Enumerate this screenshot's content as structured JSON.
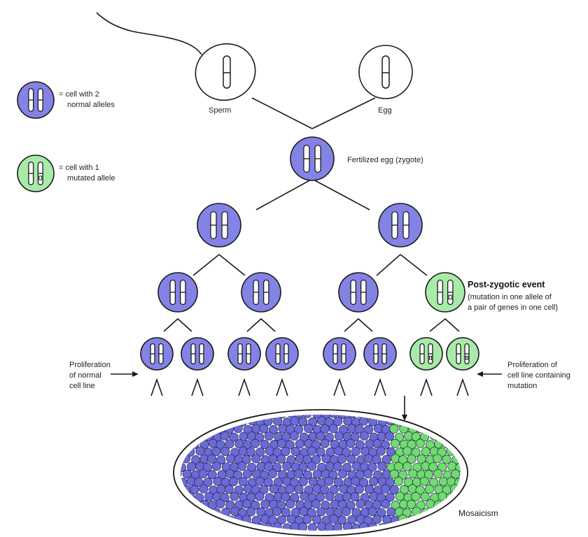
{
  "colors": {
    "normal_fill": "#8383e6",
    "mutated_fill": "#a8eba8",
    "normal_dot": "#6a6ad8",
    "mutated_dot": "#6edc6e",
    "stroke": "#1a1a1a"
  },
  "legend": {
    "normal_line1": "= cell with 2",
    "normal_line2": "normal alleles",
    "mutated_line1": "= cell with 1",
    "mutated_line2": "mutated allele"
  },
  "labels": {
    "sperm": "Sperm",
    "egg": "Egg",
    "zygote": "Fertilized egg (zygote)",
    "post_title": "Post-zygotic event",
    "post_line1": "(mutation in one allele of",
    "post_line2": "a pair of genes in one cell)",
    "prolif_normal_1": "Proliferation",
    "prolif_normal_2": "of normal",
    "prolif_normal_3": "cell line",
    "prolif_mut_1": "Proliferation of",
    "prolif_mut_2": "cell line containing",
    "prolif_mut_3": "mutation",
    "mosaicism": "Mosaicism"
  },
  "icons": {
    "cell": "cell-with-chromosomes-icon",
    "chromosome": "chromosome-icon",
    "arrow": "arrow-icon",
    "split": "caret-split-icon"
  }
}
